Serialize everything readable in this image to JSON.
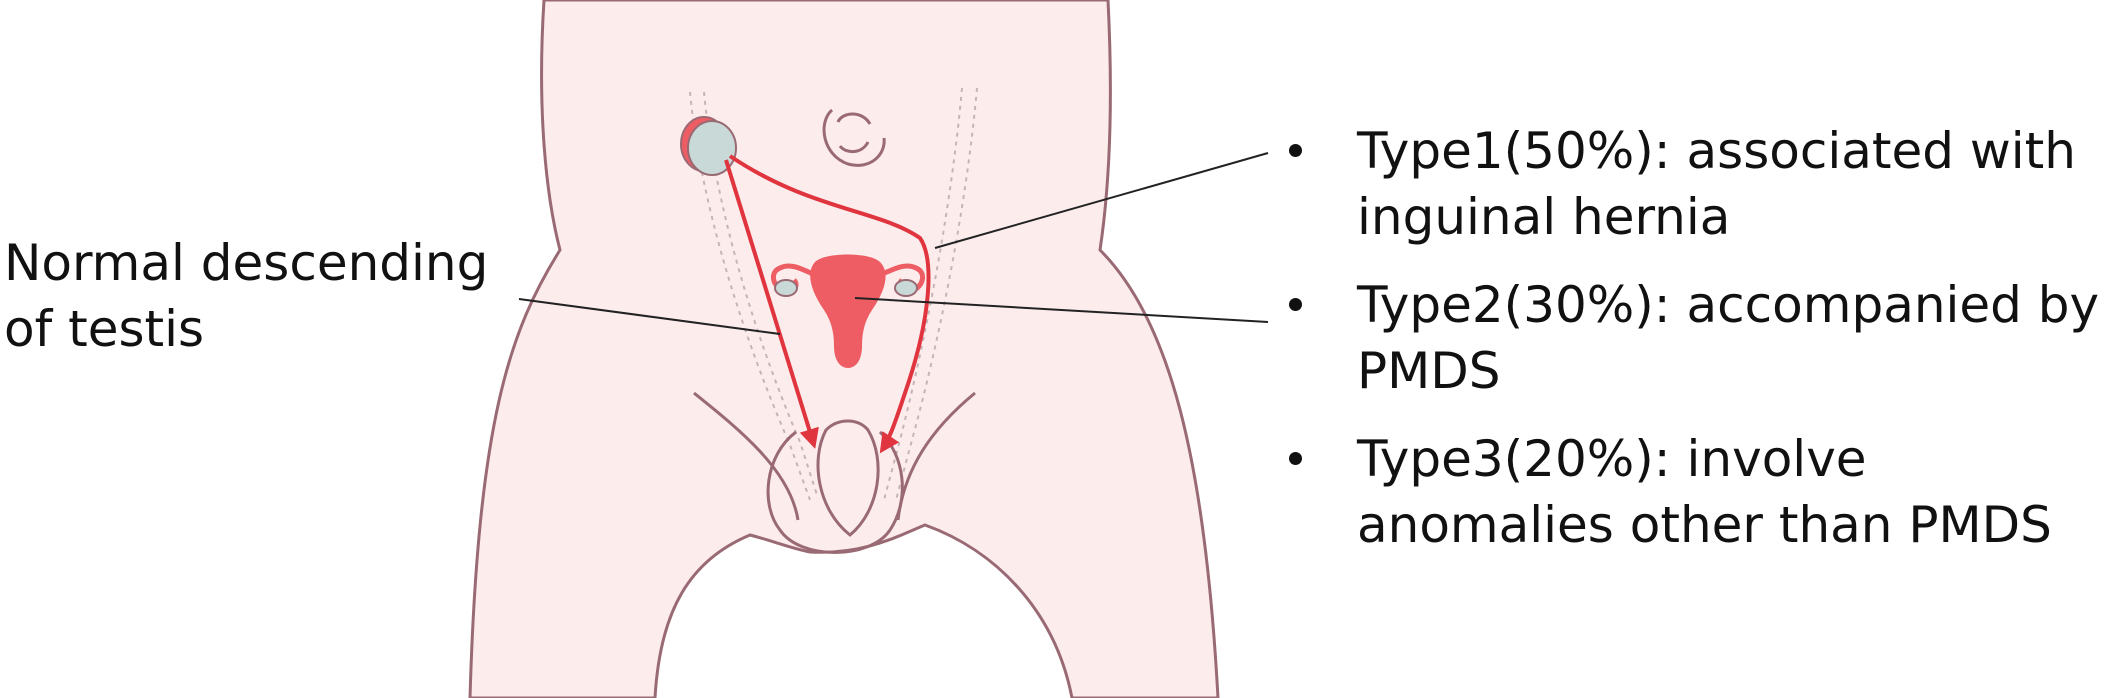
{
  "diagram": {
    "left_label": "Normal descending\nof testis",
    "bullets": [
      {
        "text": "Type1(50%): associated with inguinal hernia"
      },
      {
        "text": "Type2(30%): accompanied by PMDS"
      },
      {
        "text": "Type3(20%): involve anomalies other than PMDS"
      }
    ],
    "colors": {
      "skin_fill": "#fcecec",
      "body_outline": "#9a6a74",
      "uterus": "#ee5d63",
      "testis": "#c9d9d8",
      "arrow": "#e0353f",
      "leader_line": "#222222",
      "text": "#111111"
    }
  }
}
